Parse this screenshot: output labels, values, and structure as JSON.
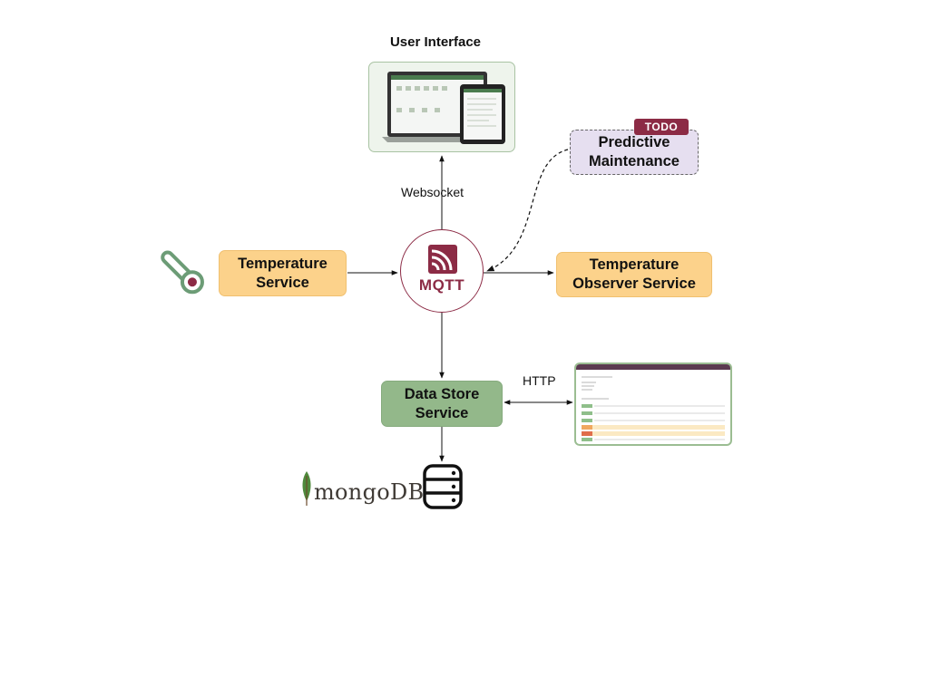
{
  "diagram": {
    "ui_title": "User Interface",
    "edge_websocket": "Websocket",
    "edge_http": "HTTP",
    "mqtt_label": "MQTT",
    "todo_badge": "TODO",
    "nodes": {
      "predictive": [
        "Predictive",
        "Maintenance"
      ],
      "temperature_service": [
        "Temperature",
        "Service"
      ],
      "observer_service": [
        "Temperature",
        "Observer Service"
      ],
      "data_store": [
        "Data Store",
        "Service"
      ]
    },
    "mongodb_logo_text": "mongoDB",
    "icons": [
      "thermometer-icon",
      "mqtt-icon",
      "database-icon",
      "mongodb-leaf-icon"
    ]
  },
  "colors": {
    "mqtt_accent": "#8c2b45",
    "orange_box": "#fcd28b",
    "green_box": "#93b88a",
    "todo_box": "#e6dff0",
    "thermometer": "#6c9c76"
  }
}
